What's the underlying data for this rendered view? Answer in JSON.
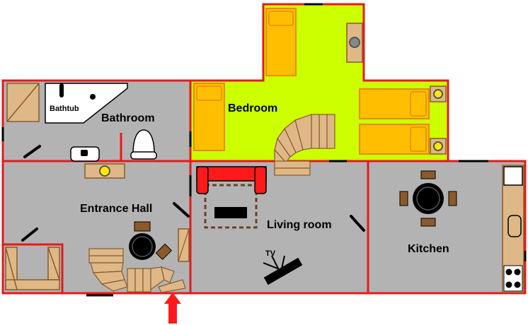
{
  "rooms": {
    "bathroom": "Bathroom",
    "bedroom": "Bedroom",
    "entrance_hall": "Entrance Hall",
    "living_room": "Living room",
    "kitchen": "Kitchen"
  },
  "fixtures": {
    "bathtub": "Bathtub",
    "tv": "TV"
  },
  "colors": {
    "wall": "#e8191c",
    "floor_gray": "#b3b3b3",
    "bedroom_floor": "#ccff00",
    "bed": "#ffbf00",
    "bed_frame": "#e68a00",
    "wood": "#deb887",
    "sofa": "#ff1a1a",
    "entry_arrow": "#ff1a1a"
  }
}
